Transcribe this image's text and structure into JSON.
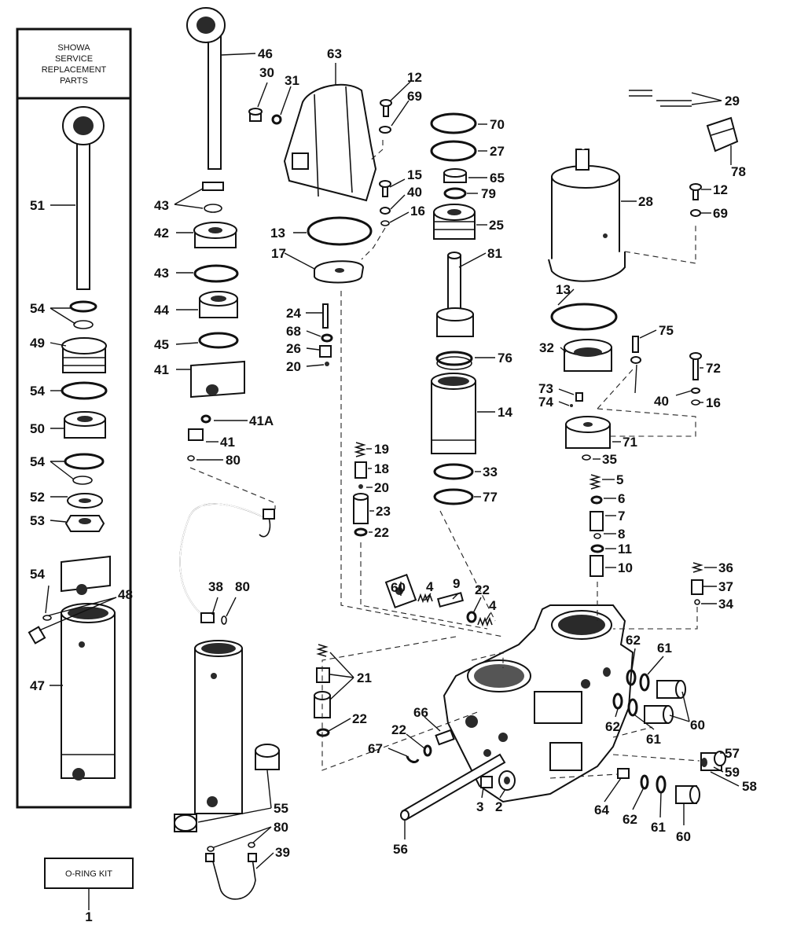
{
  "kit_box": {
    "lines": [
      "SHOWA",
      "SERVICE",
      "REPLACEMENT",
      "PARTS"
    ]
  },
  "oring_kit": {
    "label": "O-RING KIT",
    "number": "1"
  },
  "callouts": {
    "c46": "46",
    "c63": "63",
    "c30": "30",
    "c31": "31",
    "c12a": "12",
    "c69a": "69",
    "c70": "70",
    "c27": "27",
    "c29": "29",
    "c78": "78",
    "c15": "15",
    "c65": "65",
    "c40a": "40",
    "c79": "79",
    "c16a": "16",
    "c28": "28",
    "c12b": "12",
    "c69b": "69",
    "c51": "51",
    "c43a": "43",
    "c42": "42",
    "c13a": "13",
    "c25": "25",
    "c17": "17",
    "c81": "81",
    "c43b": "43",
    "c13b": "13",
    "c54a": "54",
    "c24": "24",
    "c44": "44",
    "c68": "68",
    "c75": "75",
    "c49": "49",
    "c45": "45",
    "c26": "26",
    "c32": "32",
    "c76": "76",
    "c72": "72",
    "c20a": "20",
    "c41a": "41",
    "c73": "73",
    "c74": "74",
    "c40b": "40",
    "c16b": "16",
    "c54b": "54",
    "c14": "14",
    "c41A": "41A",
    "c50": "50",
    "c41b": "41",
    "c71": "71",
    "c54c": "54",
    "c80a": "80",
    "c35": "35",
    "c19": "19",
    "c18": "18",
    "c33": "33",
    "c5": "5",
    "c52": "52",
    "c20b": "20",
    "c77": "77",
    "c6": "6",
    "c53": "53",
    "c23": "23",
    "c7": "7",
    "c22a": "22",
    "c8": "8",
    "c11": "11",
    "c60a": "60",
    "c10": "10",
    "c36": "36",
    "c54d": "54",
    "c48": "48",
    "c38": "38",
    "c80b": "80",
    "c4a": "4",
    "c9": "9",
    "c22b": "22",
    "c37": "37",
    "c4b": "4",
    "c34": "34",
    "c62a": "62",
    "c61a": "61",
    "c47": "47",
    "c21": "21",
    "c60b": "60",
    "c22c": "22",
    "c62b": "62",
    "c61b": "61",
    "c66": "66",
    "c22d": "22",
    "c67": "67",
    "c57": "57",
    "c59": "59",
    "c58": "58",
    "c55": "55",
    "c80c": "80",
    "c3": "3",
    "c2": "2",
    "c64": "64",
    "c62c": "62",
    "c61c": "61",
    "c60c": "60",
    "c39": "39",
    "c56": "56"
  }
}
